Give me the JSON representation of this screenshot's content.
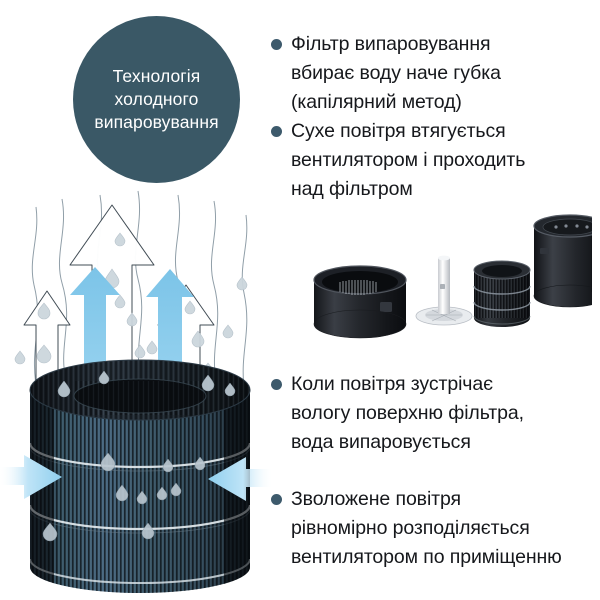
{
  "title": "Технологія холодного випаровування",
  "colors": {
    "badge_fill": "#3a5866",
    "badge_text": "#ffffff",
    "bullet_dot": "#3d5a6c",
    "body_text": "#16181c",
    "airflow_blue": "#8fcfee",
    "airflow_blue_light": "#c9e9f8",
    "droplet_gray": "#c6cfd6",
    "filter_dark": "#14161a",
    "filter_blue_gray": "#3d586b",
    "background": "#ffffff"
  },
  "badge": {
    "label": "Технологія\nхолодного\nвипаровування",
    "shape": "circle"
  },
  "bullets": [
    {
      "id": "bullet-0",
      "marker": "dot",
      "text": "Фільтр випаровування\nвбирає воду наче губка\n(капілярний метод)"
    },
    {
      "id": "bullet-1",
      "marker": "dot",
      "text": "Сухе повітря втягується\nвентилятором і проходить\nнад фільтром"
    },
    {
      "id": "bullet-2",
      "marker": "dot",
      "text": "Коли повітря зустрічає\nвологу поверхню фільтра,\nвода випаровується"
    },
    {
      "id": "bullet-3",
      "marker": "dot",
      "text": "Зволожене повітря\nрівномірно розподіляється\nвентилятором по приміщенню"
    }
  ],
  "illustration": {
    "name": "evaporation-filter-diagram",
    "description": "Cylindrical pleated evaporation filter with blue airflow arrows entering from the sides and rising upward, plus water droplets"
  },
  "product_photo": {
    "name": "humidifier-exploded-view",
    "description": "Exploded view of a black humidifier: water tank base, white wick shaft, cylindrical filter, and top fan unit"
  }
}
